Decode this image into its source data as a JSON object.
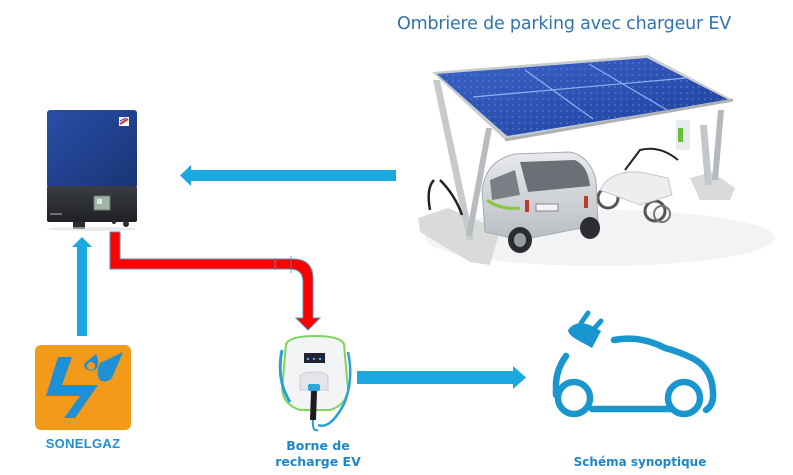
{
  "diagram": {
    "title": "Ombriere de parking avec chargeur EV",
    "nodes": {
      "inverter": {
        "label": "",
        "icon": "solar-inverter-icon"
      },
      "carport": {
        "label": "Ombriere de parking avec chargeur EV",
        "icon": "solar-carport-icon"
      },
      "grid": {
        "label": "SONELGAZ",
        "icon": "sonelgaz-logo-icon"
      },
      "charger": {
        "label_line1": "Borne de",
        "label_line2": "recharge EV",
        "icon": "ev-charger-icon"
      },
      "ev": {
        "label": "Schéma synoptique",
        "icon": "electric-car-plug-icon"
      }
    },
    "edges": [
      {
        "from": "carport",
        "to": "inverter",
        "color": "#1ba8e0",
        "type": "arrow"
      },
      {
        "from": "grid",
        "to": "inverter",
        "color": "#1ba8e0",
        "type": "arrow"
      },
      {
        "from": "inverter",
        "to": "charger",
        "color": "#ff0000",
        "type": "bent-arrow"
      },
      {
        "from": "charger",
        "to": "ev",
        "color": "#1ba8e0",
        "type": "arrow"
      }
    ],
    "colors": {
      "title": "#2f74b1",
      "label": "#1f86c8",
      "arrow_blue": "#1ba8e0",
      "arrow_red": "#ff0000",
      "sonelgaz_orange": "#f39a1b",
      "sonelgaz_blue": "#1e90d6",
      "ev_icon": "#1a96cf"
    }
  }
}
